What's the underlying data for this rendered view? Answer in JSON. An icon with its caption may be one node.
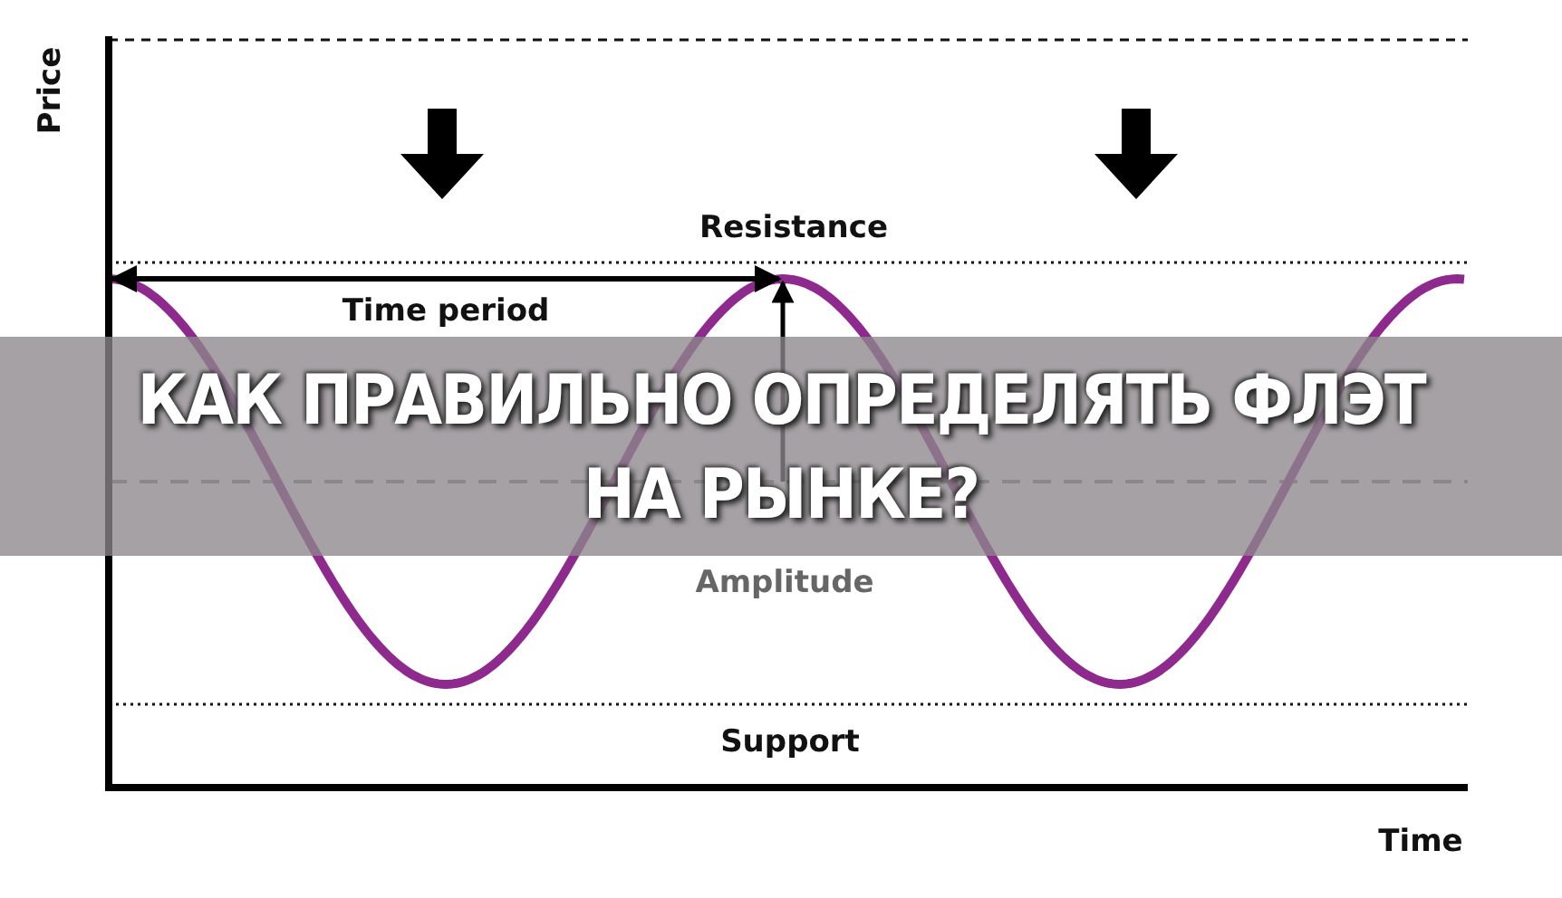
{
  "diagram": {
    "title": "КАК ПРАВИЛЬНО ОПРЕДЕЛЯТЬ ФЛЭТ НА РЫНКЕ?",
    "labels": [
      "Price",
      "Resistance",
      "Time period",
      "Amplitude",
      "Support",
      "Time"
    ]
  }
}
